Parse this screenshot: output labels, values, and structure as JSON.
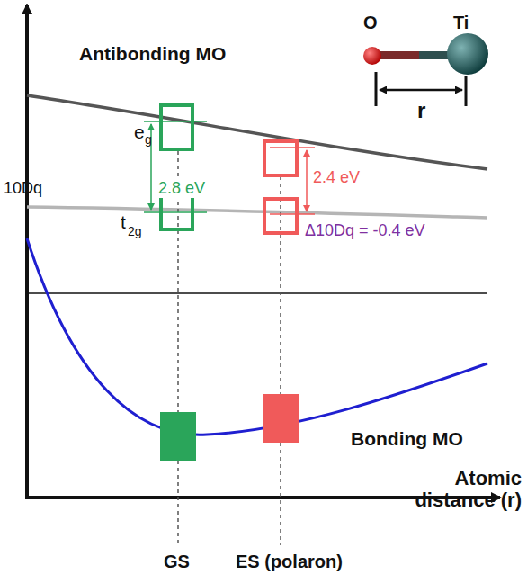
{
  "diagram": {
    "labels": [
      "Antibonding MO",
      "e",
      "g",
      "10Dq",
      "2.8 eV",
      "2.4 eV",
      "t",
      "2g",
      "Δ10Dq = -0.4 eV",
      "Bonding MO",
      "Atomic distance (r)",
      "GS",
      "ES (polaron)",
      "O",
      "Ti",
      "r"
    ]
  }
}
